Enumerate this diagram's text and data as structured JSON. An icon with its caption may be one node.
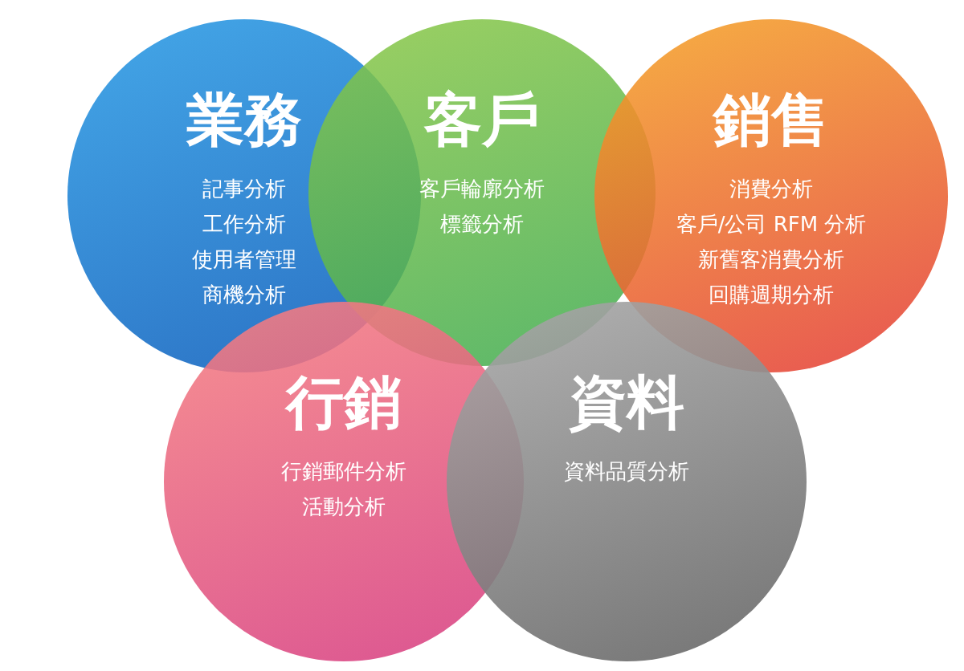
{
  "diagram": {
    "nodes": [
      {
        "text": [
          "業務",
          "記事分析",
          "工作分析",
          "使用者管理",
          "商機分析"
        ]
      },
      {
        "text": [
          "客戶",
          "客戶輪廓分析",
          "標籤分析"
        ]
      },
      {
        "text": [
          "銷售",
          "消費分析",
          "客戶/公司 RFM 分析",
          "新舊客消費分析",
          "回購週期分析"
        ]
      },
      {
        "text": [
          "行銷",
          "行銷郵件分析",
          "活動分析"
        ]
      },
      {
        "text": [
          "資料",
          "資料品質分析"
        ]
      }
    ]
  }
}
